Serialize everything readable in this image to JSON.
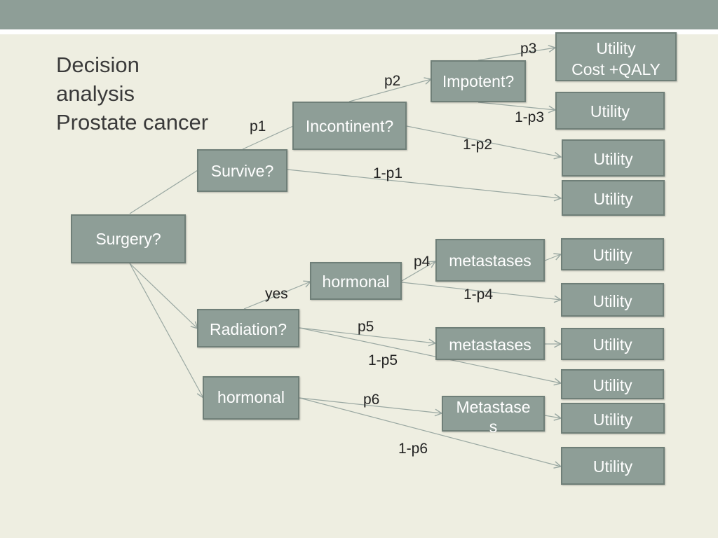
{
  "title": {
    "lines": [
      "Decision",
      "analysis",
      "Prostate cancer"
    ]
  },
  "nodes": {
    "surgery": "Surgery?",
    "survive": "Survive?",
    "incontinent": "Incontinent?",
    "impotent": "Impotent?",
    "radiation": "Radiation?",
    "hormonal_radiation": "hormonal",
    "hormonal": "hormonal",
    "metastases_hormonal": "metastases",
    "metastases_radiation": "metastases",
    "metastases_hormonal2": "Metastases",
    "utility": "Utility",
    "utility_cost_line1": "Utility",
    "utility_cost_line2": "Cost +QALY"
  },
  "labels": {
    "p1": "p1",
    "1-p1": "1-p1",
    "p2": "p2",
    "1-p2": "1-p2",
    "p3": "p3",
    "1-p3": "1-p3",
    "p4": "p4",
    "1-p4": "1-p4",
    "p5": "p5",
    "1-p5": "1-p5",
    "p6": "p6",
    "1-p6": "1-p6",
    "yes": "yes"
  },
  "colors": {
    "node_fill": "#8e9e97",
    "node_text": "#ffffff",
    "background": "#eeeee1",
    "edge": "#9aa8a2"
  }
}
